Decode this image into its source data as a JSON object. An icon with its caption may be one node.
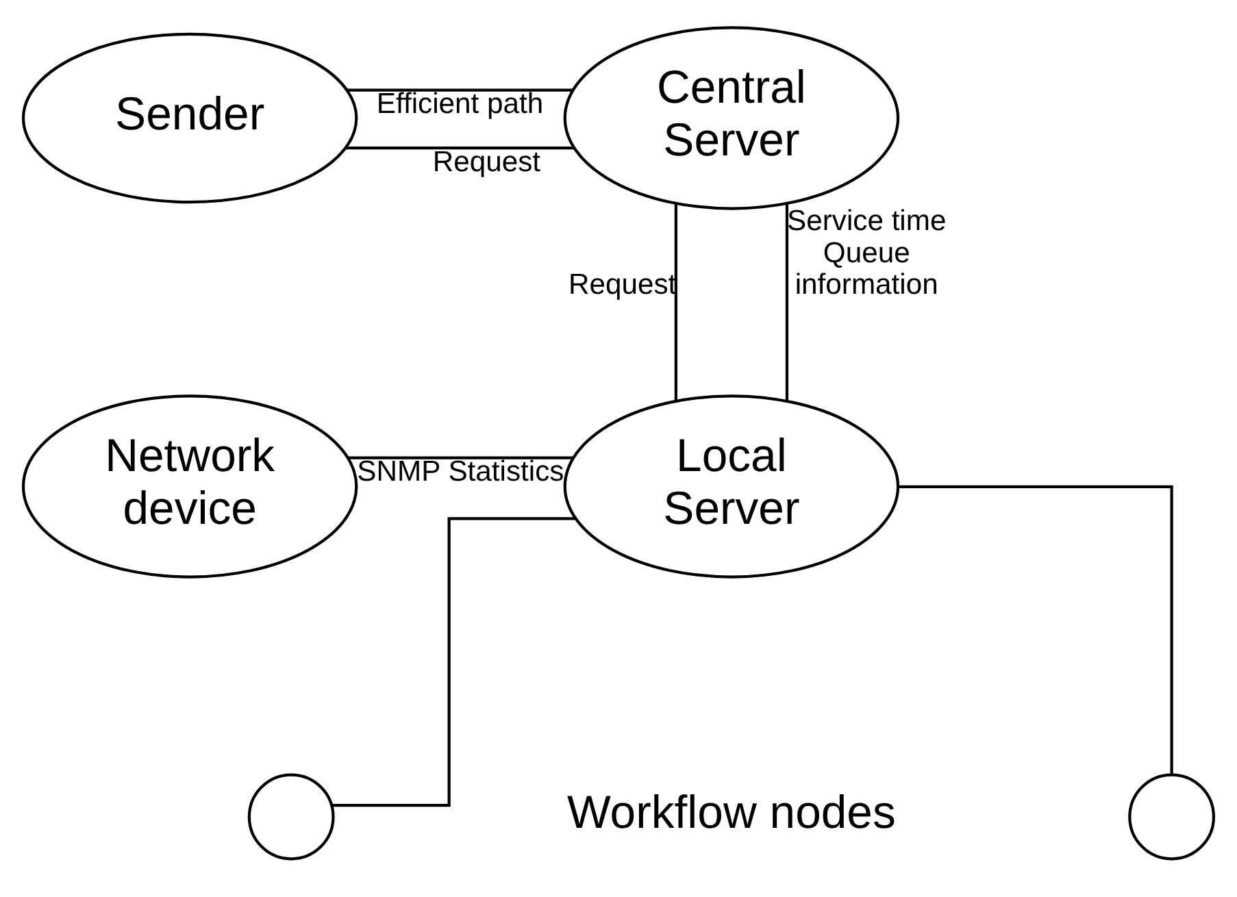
{
  "diagram": {
    "nodes": [
      {
        "text": [
          "Sender"
        ]
      },
      {
        "text": [
          "Central Server"
        ]
      },
      {
        "text": [
          "Network device"
        ]
      },
      {
        "text": [
          "Local Server"
        ]
      },
      {
        "text": [],
        "shape": "circle"
      },
      {
        "text": [],
        "shape": "circle"
      }
    ],
    "edges": [
      {
        "from": 0,
        "to": 1,
        "arrow": "none",
        "label": "Efficient path"
      },
      {
        "from": 0,
        "to": 1,
        "arrow": "none",
        "label": "Request"
      },
      {
        "from": 1,
        "to": 3,
        "arrow": "none",
        "label": "Request"
      },
      {
        "from": 1,
        "to": 3,
        "arrow": "none",
        "label": "Service time Queue information"
      },
      {
        "from": 2,
        "to": 3,
        "arrow": "none",
        "label": "SNMP Statistics"
      },
      {
        "from": 3,
        "to": 4,
        "arrow": "none"
      },
      {
        "from": 3,
        "to": 5,
        "arrow": "none"
      }
    ],
    "labels": [
      "Workflow nodes"
    ]
  }
}
